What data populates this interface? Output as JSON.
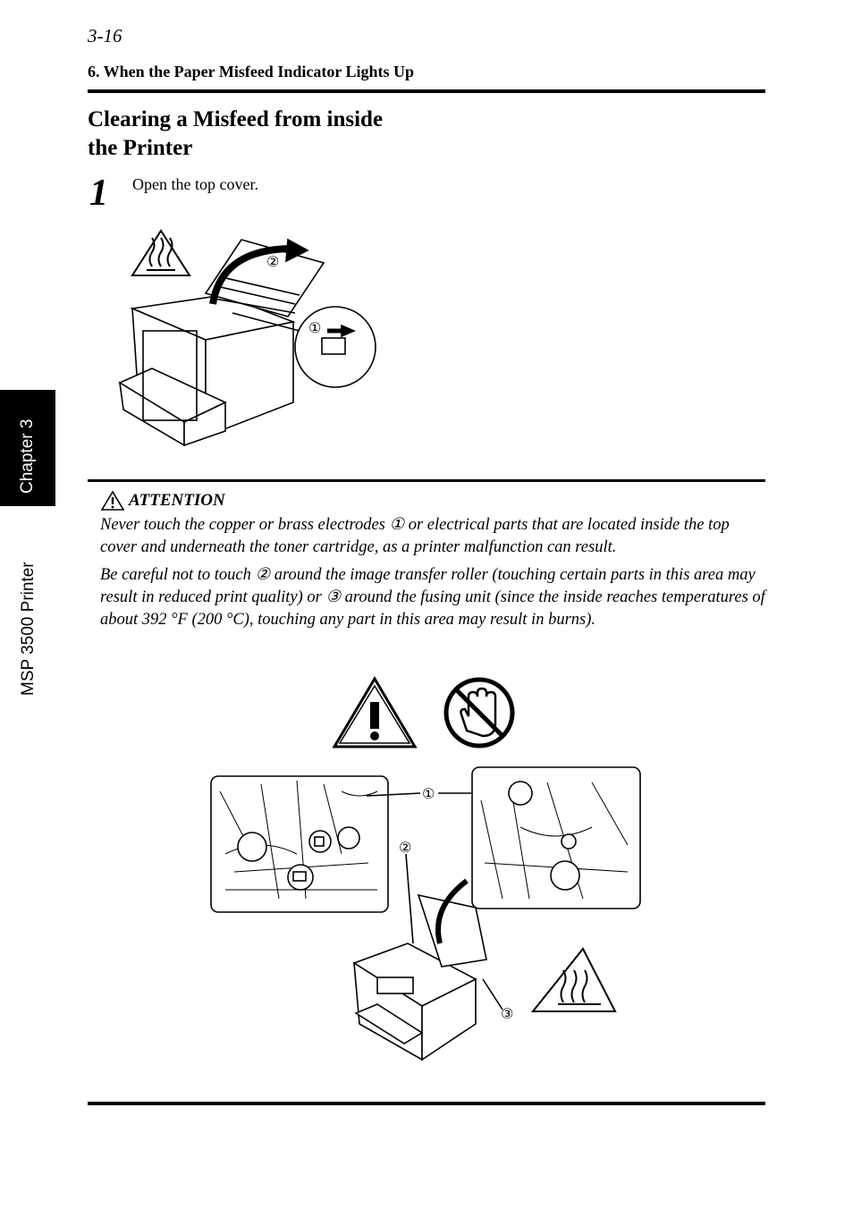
{
  "header": {
    "page_number": "3-16",
    "section_title": "6. When the Paper Misfeed Indicator Lights Up"
  },
  "heading": {
    "line1": "Clearing a Misfeed from inside",
    "line2": "the Printer"
  },
  "step": {
    "number": "1",
    "text": "Open the top cover."
  },
  "attention": {
    "title": "ATTENTION",
    "paragraph1": "Never touch the copper or brass electrodes ① or electrical parts that are located inside the top cover and underneath the toner cartridge, as a printer malfunction can result.",
    "paragraph2": "Be careful not to touch ② around the image transfer roller (touching certain parts in this area may result in reduced print quality) or ③ around the fusing unit (since the inside reaches temperatures of about 392 °F (200 °C), touching any part in this area may result in burns)."
  },
  "sidebar": {
    "chapter": "Chapter 3",
    "product": "MSP 3500 Printer"
  },
  "figure1": {
    "callout1": "①",
    "callout2": "②"
  },
  "figure2": {
    "callout1": "①",
    "callout2": "②",
    "callout3": "③"
  },
  "icons": [
    "hot-surface-icon",
    "warning-icon",
    "no-touch-icon"
  ]
}
